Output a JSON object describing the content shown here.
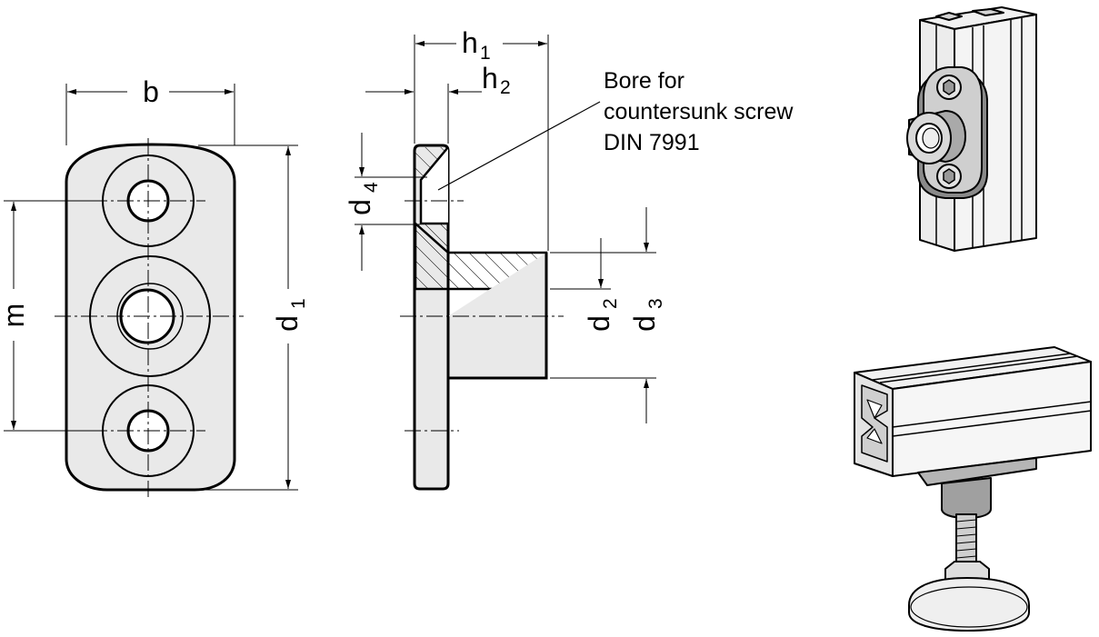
{
  "labels": {
    "b": "b",
    "m": "m",
    "d1": "d",
    "d1_sub": "1",
    "h1": "h",
    "h1_sub": "1",
    "h2": "h",
    "h2_sub": "2",
    "d4": "d",
    "d4_sub": "4",
    "d2": "d",
    "d2_sub": "2",
    "d3": "d",
    "d3_sub": "3"
  },
  "annotation": {
    "line1": "Bore for",
    "line2": "countersunk screw",
    "line3": "DIN 7991"
  },
  "colors": {
    "line": "#000000",
    "part_fill": "#e9e9e9",
    "profile_light": "#f1f1f1",
    "profile_mid": "#d4d4d4",
    "profile_dark": "#8a8a8a"
  }
}
